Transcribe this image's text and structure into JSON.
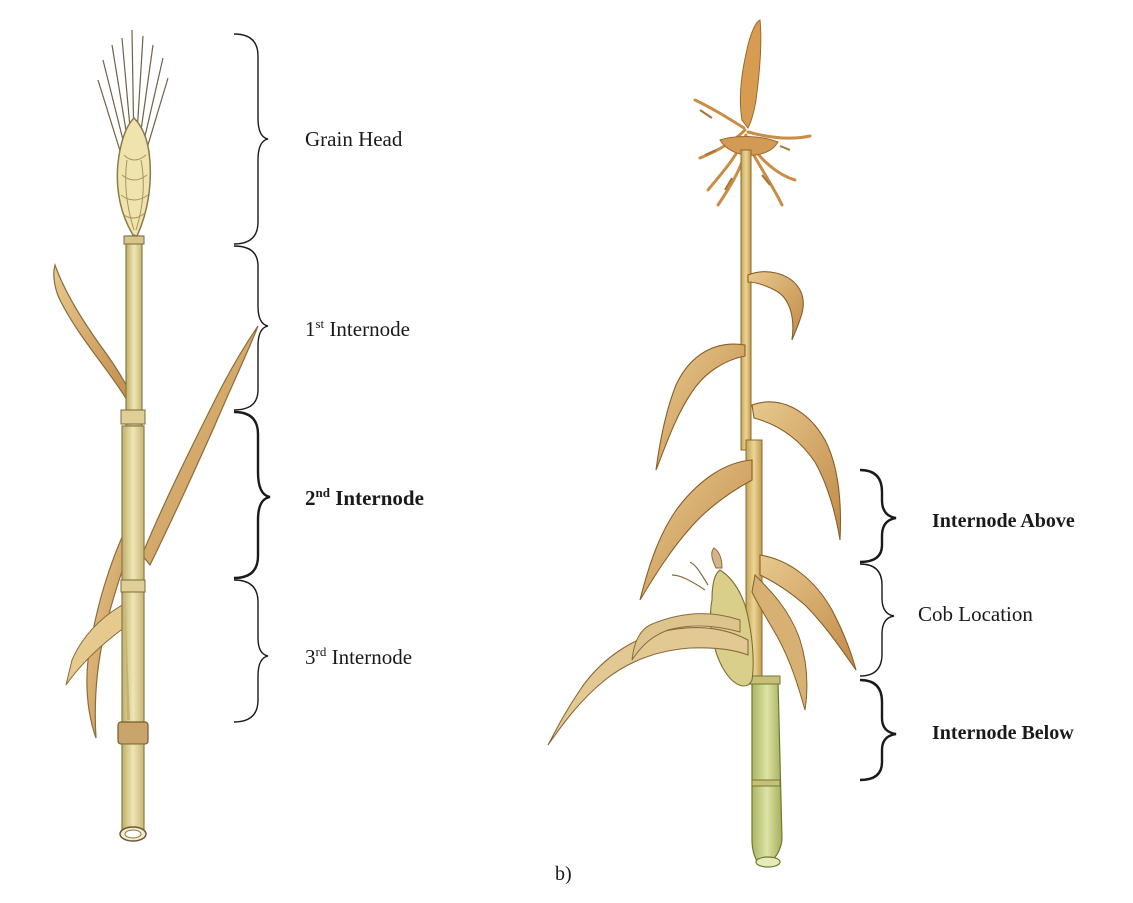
{
  "wheat": {
    "labels": {
      "grain_head": "Grain Head",
      "internode1_num": "1",
      "internode1_sup": "st",
      "internode1_text": " Internode",
      "internode2_num": "2",
      "internode2_sup": "nd",
      "internode2_text": " Internode",
      "internode3_num": "3",
      "internode3_sup": "rd",
      "internode3_text": " Internode"
    }
  },
  "maize": {
    "labels": {
      "internode_above": "Internode Above",
      "cob_location": "Cob Location",
      "internode_below": "Internode Below"
    }
  },
  "panel_label": "b)",
  "colors": {
    "stem": "#e4d9a0",
    "stem_shadow": "#c9b56f",
    "leaf": "#d8b477",
    "leaf_dark": "#b98a45",
    "tassel": "#c98d45",
    "maize_stem_green": "#c5cf86",
    "outline": "#6b5a3a",
    "bracket": "#1a1a1a"
  }
}
